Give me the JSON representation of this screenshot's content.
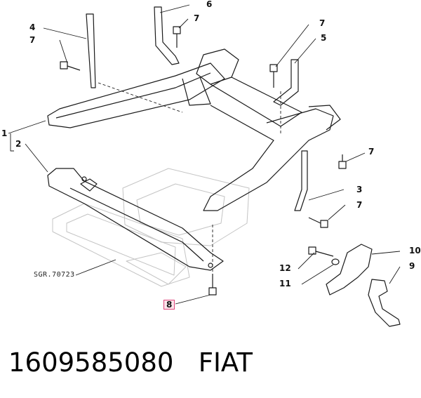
{
  "callouts": {
    "c1": "1",
    "c2": "2",
    "c3": "3",
    "c4": "4",
    "c5": "5",
    "c6": "6",
    "c7a": "7",
    "c7b": "7",
    "c7c": "7",
    "c7d": "7",
    "c7e": "7",
    "c8": "8",
    "c9": "9",
    "c10": "10",
    "c11": "11",
    "c12": "12"
  },
  "reference_code": "SGR.70723",
  "caption": {
    "part_number": "1609585080",
    "brand": "FIAT"
  },
  "colors": {
    "line": "#1a1a1a",
    "ghost": "#bdbdbd",
    "highlight_border": "#e0467c",
    "highlight_fill": "#fbe3ea"
  }
}
